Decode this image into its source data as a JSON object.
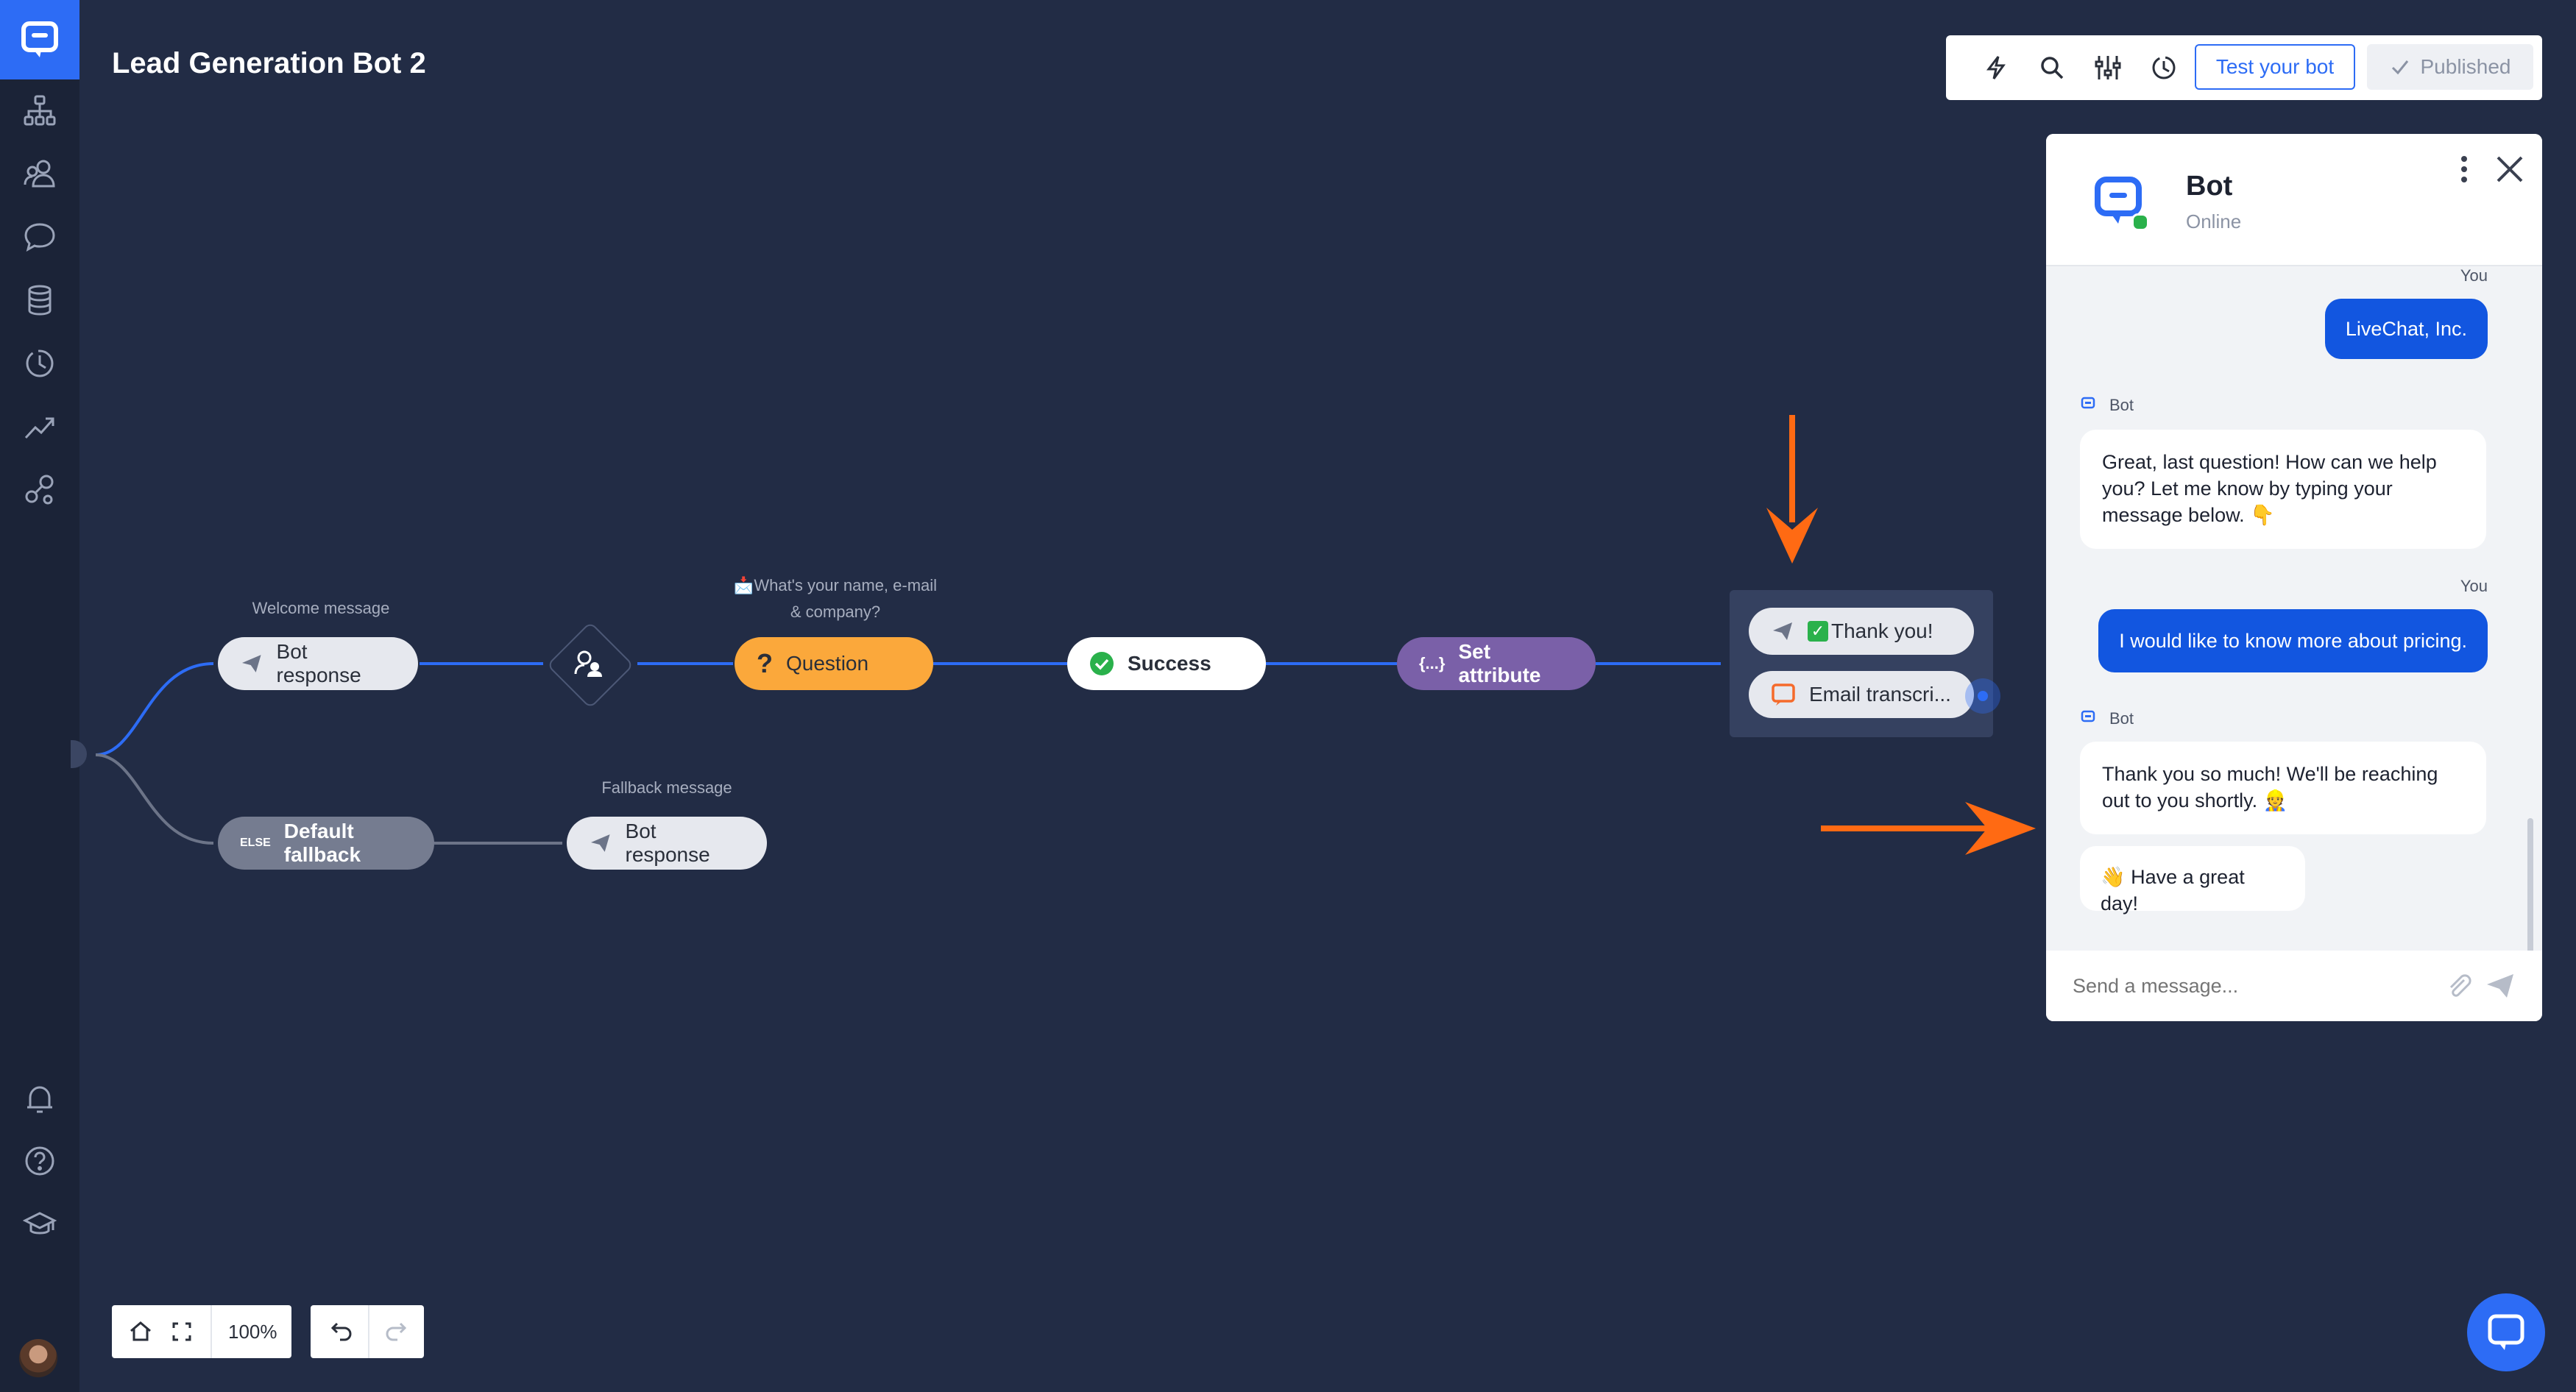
{
  "app": {
    "title": "Lead Generation Bot 2"
  },
  "toolbar": {
    "test_label": "Test your bot",
    "published_label": "Published",
    "icons": [
      "lightning-icon",
      "search-icon",
      "sliders-icon",
      "history-icon"
    ]
  },
  "sidebar": {
    "items": [
      "flows-icon",
      "audience-icon",
      "chats-icon",
      "data-icon",
      "history-icon",
      "reports-icon",
      "integrations-icon",
      "notifications-icon",
      "help-icon",
      "academy-icon"
    ]
  },
  "flow": {
    "welcome_label": "Welcome message",
    "welcome_node": "Bot response",
    "question_label_line1": "What's your name, e-mail",
    "question_label_line2": "& company?",
    "question_node": "Question",
    "success_node": "Success",
    "set_attribute_node": "Set attribute",
    "group": {
      "thank_you": "Thank you!",
      "email": "Email transcri..."
    },
    "fallback_node": "Default fallback",
    "fallback_label": "Fallback message",
    "fallback_response": "Bot response",
    "else_badge": "ELSE",
    "attr_badge": "{...}"
  },
  "chat": {
    "bot_name": "Bot",
    "status": "Online",
    "messages": [
      {
        "author": "You",
        "text": "LiveChat, Inc."
      },
      {
        "author": "Bot",
        "text": "Great, last question! How can we help you? Let me know by typing your message below. 👇"
      },
      {
        "author": "You",
        "text": "I would like to know more about pricing."
      },
      {
        "author": "Bot",
        "text": "Thank you so much! We'll be reaching out to you shortly. 👷"
      },
      {
        "author": "Bot",
        "text": "👋 Have a great day!"
      }
    ],
    "input_placeholder": "Send a message..."
  },
  "controls": {
    "zoom": "100%"
  },
  "colors": {
    "accent": "#2d6cf5",
    "canvas": "#222c45",
    "question": "#fba83b",
    "attribute": "#7a60a8",
    "arrow": "#ff6a13"
  }
}
